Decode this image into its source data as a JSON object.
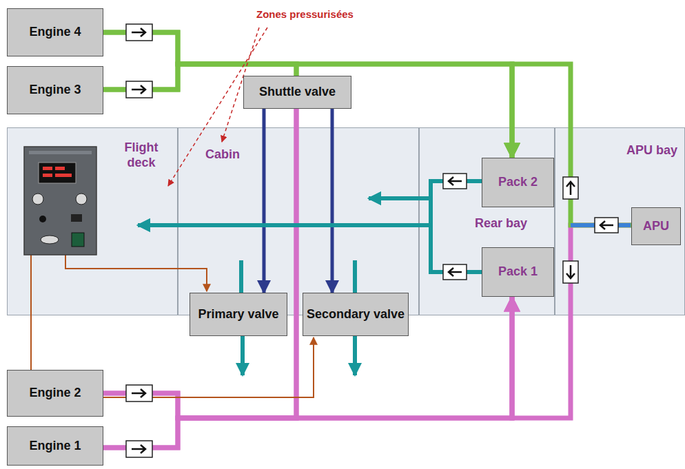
{
  "diagram": {
    "nodes": [
      {
        "text": [
          "Engine 4"
        ]
      },
      {
        "text": [
          "Engine 3"
        ]
      },
      {
        "text": [
          "Shuttle valve"
        ]
      },
      {
        "text": [
          "Flight deck"
        ]
      },
      {
        "text": [
          "Cabin"
        ]
      },
      {
        "text": [
          "Rear bay"
        ]
      },
      {
        "text": [
          "Pack 2"
        ],
        "in": 5
      },
      {
        "text": [
          "Pack 1"
        ],
        "in": 5
      },
      {
        "text": [
          "APU bay"
        ]
      },
      {
        "text": [
          "APU"
        ],
        "in": 8
      },
      {
        "text": [
          "Primary valve"
        ]
      },
      {
        "text": [
          "Secondary valve"
        ]
      },
      {
        "text": [
          "Engine 2"
        ]
      },
      {
        "text": [
          "Engine 1"
        ]
      }
    ],
    "edges": [
      {
        "from": 0,
        "to": 6,
        "arrow": "to"
      },
      {
        "from": 1,
        "to": 6,
        "arrow": "to"
      },
      {
        "from": 0,
        "to": 2,
        "arrow": "none"
      },
      {
        "from": 1,
        "to": 2,
        "arrow": "none"
      },
      {
        "from": 12,
        "to": 7,
        "arrow": "to"
      },
      {
        "from": 13,
        "to": 7,
        "arrow": "to"
      },
      {
        "from": 12,
        "to": 2,
        "arrow": "none"
      },
      {
        "from": 13,
        "to": 2,
        "arrow": "none"
      },
      {
        "from": 9,
        "to": 6,
        "arrow": "to"
      },
      {
        "from": 9,
        "to": 7,
        "arrow": "to"
      },
      {
        "from": 2,
        "to": 10,
        "arrow": "to"
      },
      {
        "from": 2,
        "to": 11,
        "arrow": "to"
      },
      {
        "from": 6,
        "to": 3,
        "arrow": "to"
      },
      {
        "from": 7,
        "to": 3,
        "arrow": "to"
      },
      {
        "from": 6,
        "to": 4,
        "arrow": "to"
      },
      {
        "from": 7,
        "to": 4,
        "arrow": "to"
      }
    ],
    "labels": [
      "Zones pressurisées"
    ]
  }
}
